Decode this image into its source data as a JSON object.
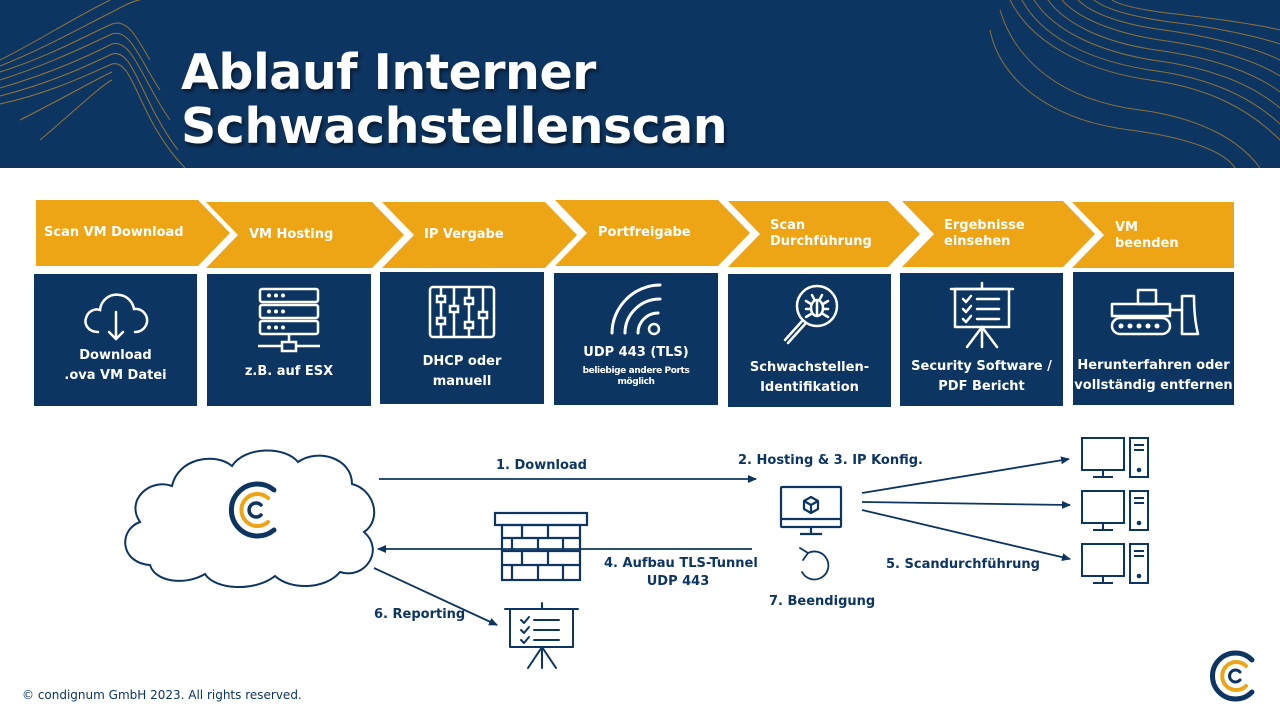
{
  "title": {
    "line1": "Ablauf Interner",
    "line2": "Schwachstellenscan"
  },
  "steps": [
    {
      "label": [
        "Scan VM Download"
      ],
      "text": [
        "Download",
        ".ova VM Datei"
      ],
      "icon": "cloud-download-icon"
    },
    {
      "label": [
        "VM Hosting"
      ],
      "text": [
        "z.B. auf ESX"
      ],
      "icon": "server-icon"
    },
    {
      "label": [
        "IP Vergabe"
      ],
      "text": [
        "DHCP oder",
        "manuell"
      ],
      "icon": "network-grid-icon"
    },
    {
      "label": [
        "Portfreigabe"
      ],
      "text": [
        "UDP 443 (TLS)"
      ],
      "subtext": [
        "beliebige andere Ports",
        "möglich"
      ],
      "icon": "wifi-signal-icon"
    },
    {
      "label": [
        "Scan",
        "Durchführung"
      ],
      "text": [
        "Schwachstellen-",
        "Identifikation"
      ],
      "icon": "bug-search-icon"
    },
    {
      "label": [
        "Ergebnisse",
        "einsehen"
      ],
      "text": [
        "Security Software /",
        "PDF Bericht"
      ],
      "icon": "presentation-board-icon"
    },
    {
      "label": [
        "VM",
        "beenden"
      ],
      "text": [
        "Herunterfahren oder",
        "vollständig entfernen"
      ],
      "icon": "bulldozer-icon"
    }
  ],
  "flow": {
    "download": "1. Download",
    "hosting": "2. Hosting & 3. IP Konfig.",
    "tunnel_line1": "4. Aufbau TLS-Tunnel",
    "tunnel_line2": "UDP 443",
    "scan": "5. Scandurchführung",
    "reporting": "6. Reporting",
    "end": "7. Beendigung"
  },
  "colors": {
    "navy": "#0d3561",
    "orange": "#eda415",
    "white": "#ffffff"
  },
  "footer": {
    "copyright": "© condignum GmbH 2023. All rights reserved."
  }
}
